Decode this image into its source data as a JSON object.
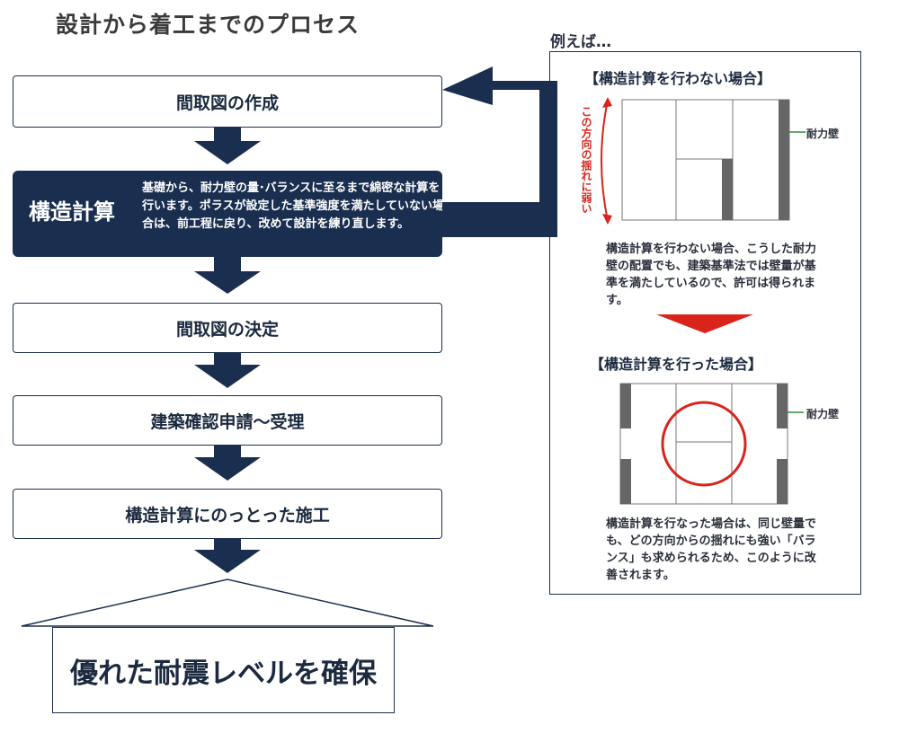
{
  "title": "設計から着工までのプロセス",
  "steps": [
    {
      "label": "間取図の作成"
    },
    {
      "label": "構造計算",
      "desc": "基礎から、耐力壁の量･バランスに至るまで綿密な計算を行います。ポラスが設定した基準強度を満たしていない場合は、前工程に戻り、改めて設計を練り直します。"
    },
    {
      "label": "間取図の決定"
    },
    {
      "label": "建築確認申請～受理"
    },
    {
      "label": "構造計算にのっとった施工"
    }
  ],
  "goal": "優れた耐震レベルを確保",
  "example": {
    "label": "例えば…",
    "without": {
      "title": "【構造計算を行わない場合】",
      "weak_direction": "この方向の揺れに弱い",
      "wall_label": "耐力壁",
      "desc": "構造計算を行わない場合、こうした耐力壁の配置でも、建築基準法では壁量が基準を満たしているので、許可は得られます。"
    },
    "with": {
      "title": "【構造計算を行った場合】",
      "wall_label": "耐力壁",
      "desc": "構造計算を行なった場合は、同じ壁量でも、どの方向からの揺れにも強い「バランス」も求められるため、このように改善されます。"
    }
  },
  "colors": {
    "navy": "#1a2f50",
    "red": "#d9241c",
    "wall": "#666666"
  }
}
